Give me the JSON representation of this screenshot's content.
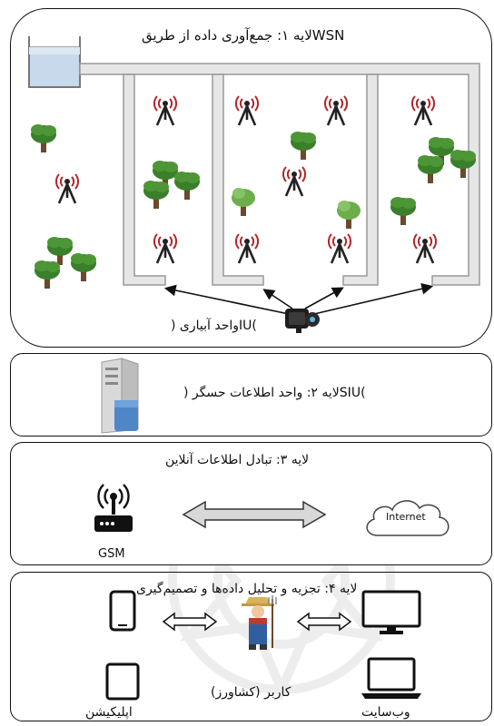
{
  "layer1": {
    "title": "WSNلایه ۱: جمع‌آوری داده از طریق",
    "pump_label": ")IUواحد آبیاری ("
  },
  "layer2": {
    "title": ")SIUلایه ۲: واحد اطلاعات حسگر ("
  },
  "layer3": {
    "title": "لایه ۳: تبادل اطلاعات آنلاین",
    "gsm_label": "GSM",
    "internet_label": "Internet"
  },
  "layer4": {
    "title": "لایه ۴: تجزیه و تحلیل داده‌ها و تصمیم‌گیری",
    "user_label": "کاربر (کشاورز)",
    "app_label": "اپلیکیشن",
    "web_label": "وب‌سایت"
  },
  "colors": {
    "border": "#111111",
    "tree_dark": "#3a7f2a",
    "tree_light": "#6cae4c",
    "trunk": "#6b4a2b",
    "antenna": "#b2242a",
    "pipe": "#c8c8c8",
    "tank_water": "#c7d9ea",
    "server_blue": "#4f86c6"
  }
}
